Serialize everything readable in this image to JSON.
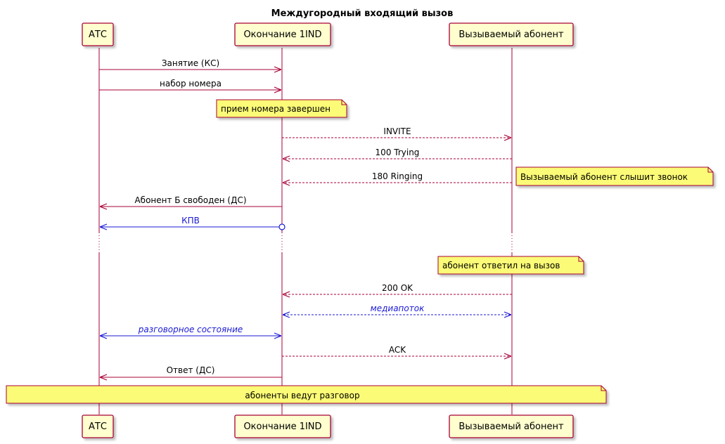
{
  "title": "Междугородный входящий вызов",
  "participants": [
    {
      "id": "atc",
      "label": "АТС"
    },
    {
      "id": "end1ind",
      "label": "Окончание 1IND"
    },
    {
      "id": "callee",
      "label": "Вызываемый абонент"
    }
  ],
  "messages": [
    {
      "text": "Занятие (КС)"
    },
    {
      "text": "набор номера"
    },
    {
      "text": "INVITE"
    },
    {
      "text": "100 Trying"
    },
    {
      "text": "180 Ringing"
    },
    {
      "text": "Абонент Б свободен (ДС)"
    },
    {
      "text": "КПВ"
    },
    {
      "text": "200 OK"
    },
    {
      "text": "медиапоток"
    },
    {
      "text": "разговорное состояние"
    },
    {
      "text": "ACK"
    },
    {
      "text": "Ответ (ДС)"
    }
  ],
  "notes": [
    {
      "text": "прием номера завершен"
    },
    {
      "text": "Вызываемый абонент слышит звонок"
    },
    {
      "text": "абонент ответил на вызов"
    },
    {
      "text": "абоненты ведут разговор"
    }
  ],
  "colors": {
    "line": "#a80036",
    "blue": "#1a1ad4",
    "box_fill": "#fefece",
    "note_fill": "#fbfb77"
  }
}
